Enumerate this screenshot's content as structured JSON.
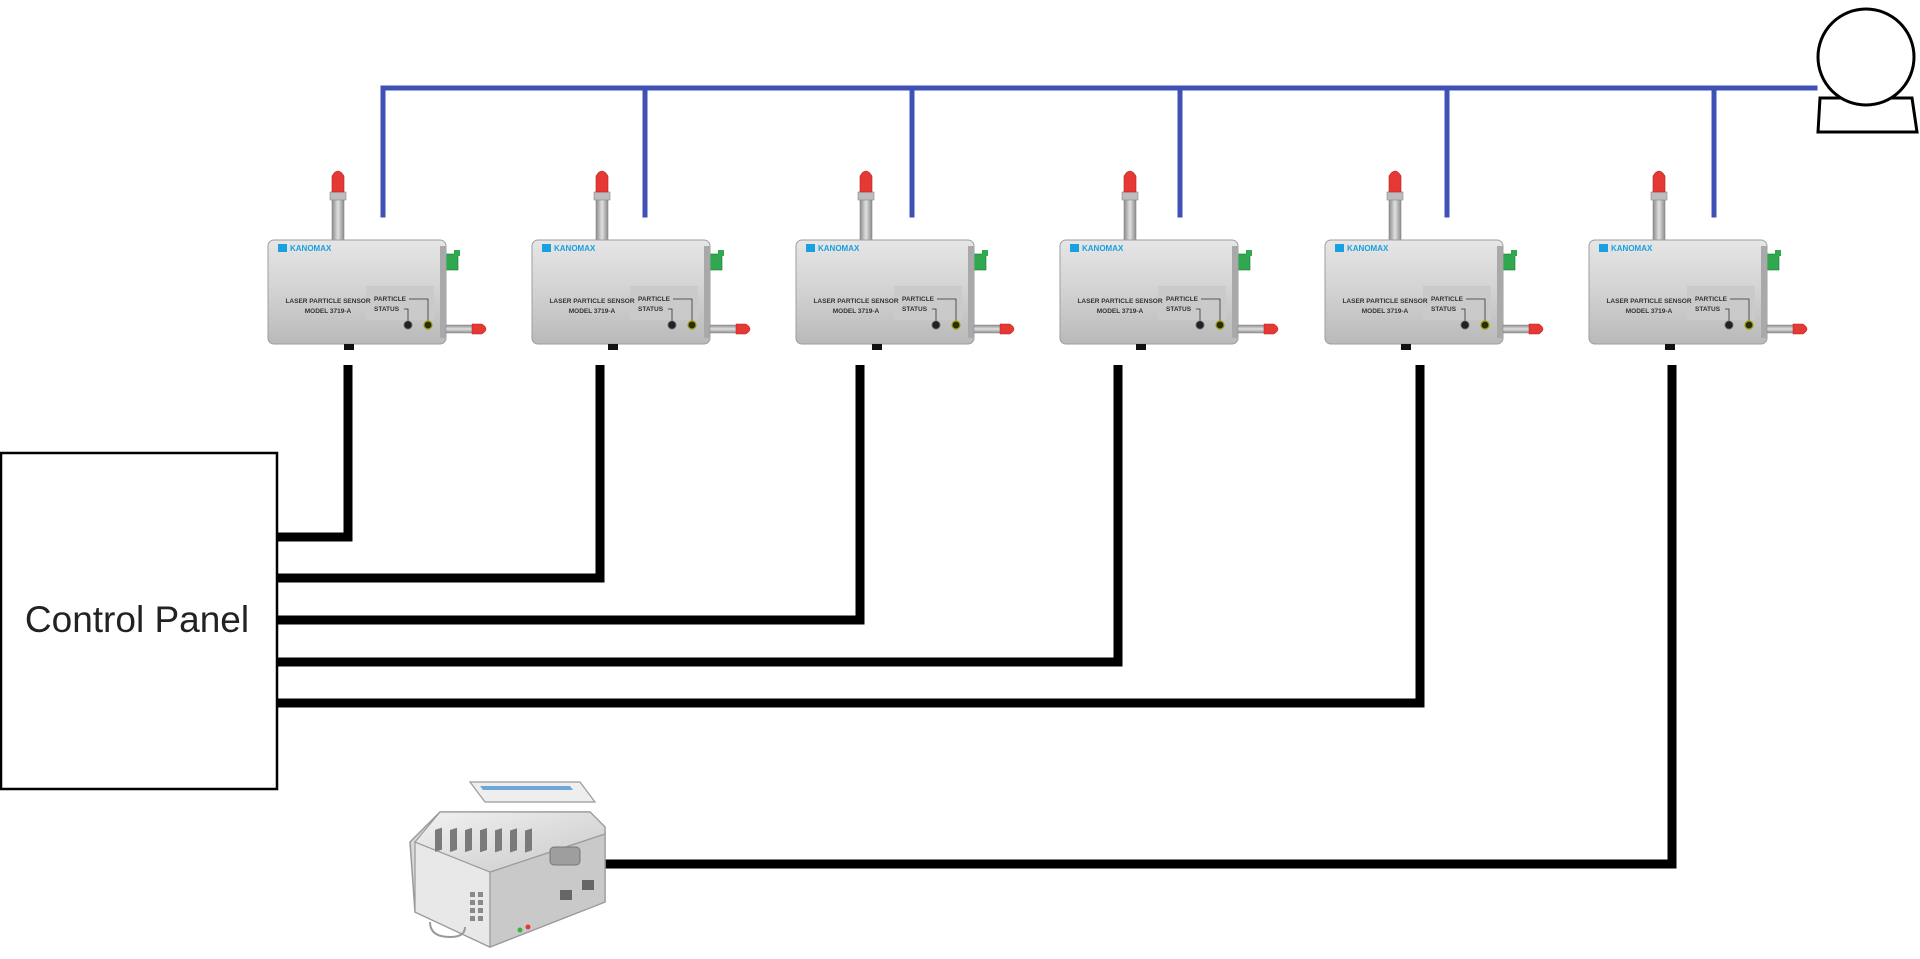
{
  "control_panel": {
    "label": "Control Panel"
  },
  "sensor": {
    "brand": "KANOMAX",
    "title_line1": "LASER PARTICLE SENSOR",
    "title_line2": "MODEL 3719-A",
    "led_label_particle": "PARTICLE",
    "led_label_status": "STATUS"
  },
  "sensor_count": 6,
  "icons": {
    "pump": "vacuum-pump-icon",
    "io_module": "io-module-icon",
    "sensor": "laser-particle-sensor-icon"
  },
  "colors": {
    "vacuum_line": "#3f51b5",
    "signal_cable": "#000000",
    "sensor_body": "#cfcfcf",
    "inlet_tip": "#e53935",
    "connector": "#2fa84f",
    "brand": "#1aa0e0"
  }
}
